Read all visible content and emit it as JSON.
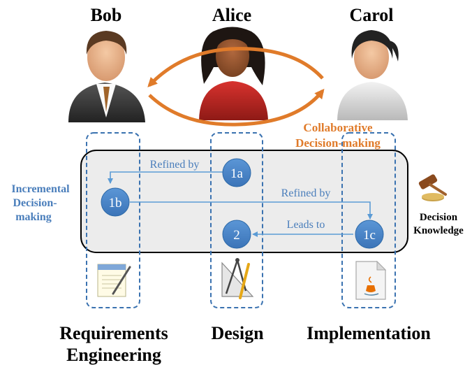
{
  "people": {
    "bob": "Bob",
    "alice": "Alice",
    "carol": "Carol"
  },
  "collaborative_label": [
    "Collaborative",
    "Decision-making"
  ],
  "incremental_label": [
    "Incremental",
    "Decision-",
    "making"
  ],
  "decision_knowledge_label": [
    "Decision",
    "Knowledge"
  ],
  "nodes": {
    "n1a": "1a",
    "n1b": "1b",
    "n1c": "1c",
    "n2": "2"
  },
  "edges": {
    "refined_by_1": "Refined by",
    "refined_by_2": "Refined by",
    "leads_to": "Leads to"
  },
  "phases": {
    "requirements": [
      "Requirements",
      "Engineering"
    ],
    "design": "Design",
    "implementation": "Implementation"
  },
  "colors": {
    "node_fill": "#4a86c8",
    "node_stroke": "#2e6aa8",
    "edge": "#5b9bd5",
    "label_blue": "#4a7ebb",
    "orange": "#e07b2a",
    "dash": "#3a72b0",
    "band_fill": "#ececec"
  }
}
